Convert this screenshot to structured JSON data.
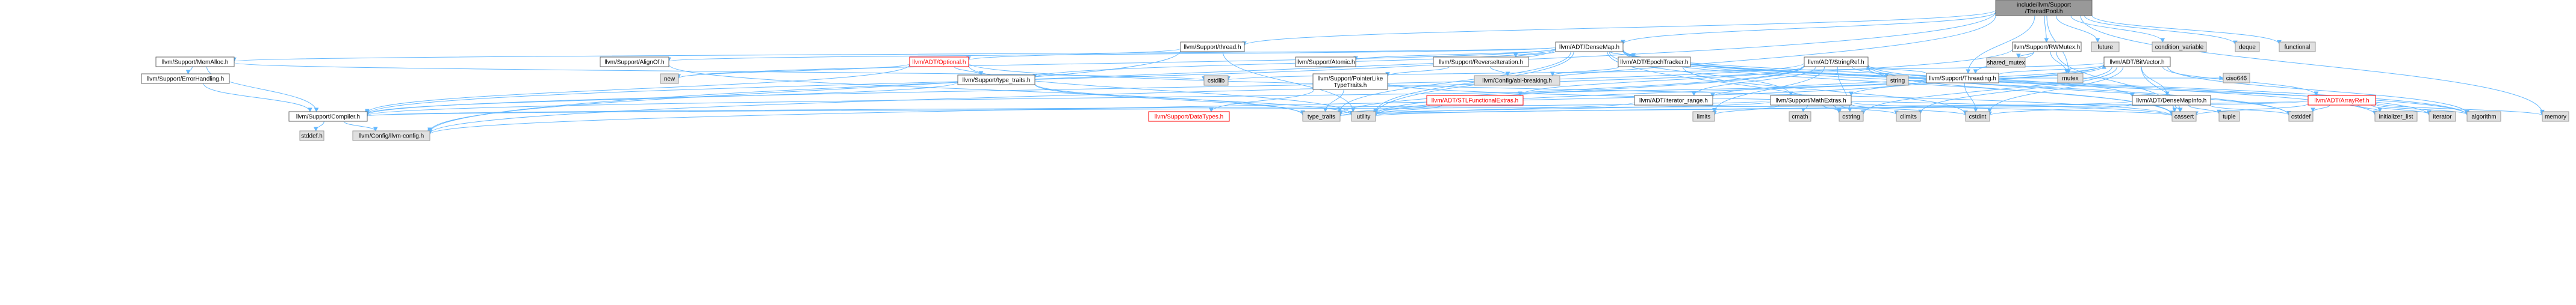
{
  "graph": {
    "colors": {
      "edge": "#63B8FF",
      "root_fill": "#999999",
      "root_border": "#666666",
      "node_fill": "#ffffff",
      "node_border": "#666666",
      "ext_fill": "#e0e0e0",
      "ext_border": "#999999",
      "red_border": "#ff0000",
      "red_text": "#ff0000"
    },
    "nodes": [
      {
        "id": "n_root",
        "lines": [
          "include/llvm/Support",
          "/ThreadPool.h"
        ],
        "style": "root"
      },
      {
        "id": "n_thread",
        "lines": [
          "llvm/Support/thread.h"
        ],
        "style": "normal"
      },
      {
        "id": "n_densemap",
        "lines": [
          "llvm/ADT/DenseMap.h"
        ],
        "style": "normal"
      },
      {
        "id": "n_rwmutex",
        "lines": [
          "llvm/Support/RWMutex.h"
        ],
        "style": "normal"
      },
      {
        "id": "n_threading",
        "lines": [
          "llvm/Support/Threading.h"
        ],
        "style": "normal"
      },
      {
        "id": "n_future",
        "lines": [
          "future"
        ],
        "style": "ext"
      },
      {
        "id": "n_condvar",
        "lines": [
          "condition_variable"
        ],
        "style": "ext"
      },
      {
        "id": "n_deque",
        "lines": [
          "deque"
        ],
        "style": "ext"
      },
      {
        "id": "n_functional",
        "lines": [
          "functional"
        ],
        "style": "ext"
      },
      {
        "id": "n_sharedmutex",
        "lines": [
          "shared_mutex"
        ],
        "style": "ext"
      },
      {
        "id": "n_mutex",
        "lines": [
          "mutex"
        ],
        "style": "ext"
      },
      {
        "id": "n_memalloc",
        "lines": [
          "llvm/Support/MemAlloc.h"
        ],
        "style": "normal"
      },
      {
        "id": "n_alignof",
        "lines": [
          "llvm/Support/AlignOf.h"
        ],
        "style": "normal"
      },
      {
        "id": "n_optional",
        "lines": [
          "llvm/ADT/Optional.h"
        ],
        "style": "red"
      },
      {
        "id": "n_atomic",
        "lines": [
          "llvm/Support/Atomic.h"
        ],
        "style": "normal"
      },
      {
        "id": "n_reviter",
        "lines": [
          "llvm/Support/ReverseIteration.h"
        ],
        "style": "normal"
      },
      {
        "id": "n_epoch",
        "lines": [
          "llvm/ADT/EpochTracker.h"
        ],
        "style": "normal"
      },
      {
        "id": "n_stringref",
        "lines": [
          "llvm/ADT/StringRef.h"
        ],
        "style": "normal"
      },
      {
        "id": "n_bitvector",
        "lines": [
          "llvm/ADT/BitVector.h"
        ],
        "style": "normal"
      },
      {
        "id": "n_ciso646",
        "lines": [
          "ciso646"
        ],
        "style": "ext"
      },
      {
        "id": "n_errorhandling",
        "lines": [
          "llvm/Support/ErrorHandling.h"
        ],
        "style": "normal"
      },
      {
        "id": "n_new",
        "lines": [
          "new"
        ],
        "style": "ext"
      },
      {
        "id": "n_typetraitsh",
        "lines": [
          "llvm/Support/type_traits.h"
        ],
        "style": "normal"
      },
      {
        "id": "n_cstdlib",
        "lines": [
          "cstdlib"
        ],
        "style": "ext"
      },
      {
        "id": "n_ptrlike",
        "lines": [
          "llvm/Support/PointerLike",
          "TypeTraits.h"
        ],
        "style": "normal"
      },
      {
        "id": "n_abibreaking",
        "lines": [
          "llvm/Config/abi-breaking.h"
        ],
        "style": "ext"
      },
      {
        "id": "n_stlfunc",
        "lines": [
          "llvm/ADT/STLFunctionalExtras.h"
        ],
        "style": "red"
      },
      {
        "id": "n_iterrange",
        "lines": [
          "llvm/ADT/iterator_range.h"
        ],
        "style": "normal"
      },
      {
        "id": "n_string",
        "lines": [
          "string"
        ],
        "style": "ext"
      },
      {
        "id": "n_mathextras",
        "lines": [
          "llvm/Support/MathExtras.h"
        ],
        "style": "normal"
      },
      {
        "id": "n_densemapinfo",
        "lines": [
          "llvm/ADT/DenseMapInfo.h"
        ],
        "style": "normal"
      },
      {
        "id": "n_arrayref",
        "lines": [
          "llvm/ADT/ArrayRef.h"
        ],
        "style": "red"
      },
      {
        "id": "n_compiler",
        "lines": [
          "llvm/Support/Compiler.h"
        ],
        "style": "normal"
      },
      {
        "id": "n_datatypes",
        "lines": [
          "llvm/Support/DataTypes.h"
        ],
        "style": "red"
      },
      {
        "id": "n_typetraits",
        "lines": [
          "type_traits"
        ],
        "style": "ext"
      },
      {
        "id": "n_utility",
        "lines": [
          "utility"
        ],
        "style": "ext"
      },
      {
        "id": "n_limits",
        "lines": [
          "limits"
        ],
        "style": "ext"
      },
      {
        "id": "n_cmath",
        "lines": [
          "cmath"
        ],
        "style": "ext"
      },
      {
        "id": "n_cstring",
        "lines": [
          "cstring"
        ],
        "style": "ext"
      },
      {
        "id": "n_climits",
        "lines": [
          "climits"
        ],
        "style": "ext"
      },
      {
        "id": "n_cstdint",
        "lines": [
          "cstdint"
        ],
        "style": "ext"
      },
      {
        "id": "n_cassert",
        "lines": [
          "cassert"
        ],
        "style": "ext"
      },
      {
        "id": "n_tuple",
        "lines": [
          "tuple"
        ],
        "style": "ext"
      },
      {
        "id": "n_cstddef",
        "lines": [
          "cstddef"
        ],
        "style": "ext"
      },
      {
        "id": "n_initlist",
        "lines": [
          "initializer_list"
        ],
        "style": "ext"
      },
      {
        "id": "n_iterator",
        "lines": [
          "iterator"
        ],
        "style": "ext"
      },
      {
        "id": "n_algorithm",
        "lines": [
          "algorithm"
        ],
        "style": "ext"
      },
      {
        "id": "n_memory",
        "lines": [
          "memory"
        ],
        "style": "ext"
      },
      {
        "id": "n_stddef",
        "lines": [
          "stddef.h"
        ],
        "style": "ext"
      },
      {
        "id": "n_llvmconfig",
        "lines": [
          "llvm/Config/llvm-config.h"
        ],
        "style": "ext"
      }
    ],
    "edges": [
      [
        "n_root",
        "n_thread"
      ],
      [
        "n_root",
        "n_densemap"
      ],
      [
        "n_root",
        "n_rwmutex"
      ],
      [
        "n_root",
        "n_threading"
      ],
      [
        "n_root",
        "n_future"
      ],
      [
        "n_root",
        "n_condvar"
      ],
      [
        "n_root",
        "n_deque"
      ],
      [
        "n_root",
        "n_functional"
      ],
      [
        "n_root",
        "n_mutex"
      ],
      [
        "n_root",
        "n_memory"
      ],
      [
        "n_root",
        "n_utility"
      ],
      [
        "n_root",
        "n_llvmconfig"
      ],
      [
        "n_thread",
        "n_optional"
      ],
      [
        "n_thread",
        "n_llvmconfig"
      ],
      [
        "n_thread",
        "n_utility"
      ],
      [
        "n_rwmutex",
        "n_sharedmutex"
      ],
      [
        "n_rwmutex",
        "n_mutex"
      ],
      [
        "n_rwmutex",
        "n_threading"
      ],
      [
        "n_rwmutex",
        "n_cassert"
      ],
      [
        "n_rwmutex",
        "n_llvmconfig"
      ],
      [
        "n_threading",
        "n_stringref"
      ],
      [
        "n_threading",
        "n_bitvector"
      ],
      [
        "n_threading",
        "n_ciso646"
      ],
      [
        "n_threading",
        "n_cstdint"
      ],
      [
        "n_threading",
        "n_compiler"
      ],
      [
        "n_threading",
        "n_llvmconfig"
      ],
      [
        "n_densemap",
        "n_memalloc"
      ],
      [
        "n_densemap",
        "n_alignof"
      ],
      [
        "n_densemap",
        "n_atomic"
      ],
      [
        "n_densemap",
        "n_reviter"
      ],
      [
        "n_densemap",
        "n_epoch"
      ],
      [
        "n_densemap",
        "n_mathextras"
      ],
      [
        "n_densemap",
        "n_densemapinfo"
      ],
      [
        "n_densemap",
        "n_compiler"
      ],
      [
        "n_densemap",
        "n_typetraitsh"
      ],
      [
        "n_densemap",
        "n_algorithm"
      ],
      [
        "n_densemap",
        "n_cassert"
      ],
      [
        "n_densemap",
        "n_cstddef"
      ],
      [
        "n_densemap",
        "n_cstring"
      ],
      [
        "n_densemap",
        "n_initlist"
      ],
      [
        "n_densemap",
        "n_iterator"
      ],
      [
        "n_densemap",
        "n_new"
      ],
      [
        "n_densemap",
        "n_typetraits"
      ],
      [
        "n_densemap",
        "n_utility"
      ],
      [
        "n_memalloc",
        "n_compiler"
      ],
      [
        "n_memalloc",
        "n_errorhandling"
      ],
      [
        "n_memalloc",
        "n_cstdlib"
      ],
      [
        "n_errorhandling",
        "n_compiler"
      ],
      [
        "n_optional",
        "n_typetraitsh"
      ],
      [
        "n_optional",
        "n_compiler"
      ],
      [
        "n_optional",
        "n_new"
      ],
      [
        "n_optional",
        "n_cassert"
      ],
      [
        "n_optional",
        "n_utility"
      ],
      [
        "n_alignof",
        "n_typetraits"
      ],
      [
        "n_reviter",
        "n_ptrlike"
      ],
      [
        "n_reviter",
        "n_abibreaking"
      ],
      [
        "n_epoch",
        "n_abibreaking"
      ],
      [
        "n_epoch",
        "n_cstdint"
      ],
      [
        "n_typetraitsh",
        "n_compiler"
      ],
      [
        "n_typetraitsh",
        "n_typetraits"
      ],
      [
        "n_typetraitsh",
        "n_utility"
      ],
      [
        "n_ptrlike",
        "n_datatypes"
      ],
      [
        "n_ptrlike",
        "n_cassert"
      ],
      [
        "n_ptrlike",
        "n_typetraits"
      ],
      [
        "n_stringref",
        "n_stlfunc"
      ],
      [
        "n_stringref",
        "n_iterrange"
      ],
      [
        "n_stringref",
        "n_compiler"
      ],
      [
        "n_stringref",
        "n_algorithm"
      ],
      [
        "n_stringref",
        "n_cassert"
      ],
      [
        "n_stringref",
        "n_cstddef"
      ],
      [
        "n_stringref",
        "n_cstring"
      ],
      [
        "n_stringref",
        "n_limits"
      ],
      [
        "n_stringref",
        "n_string"
      ],
      [
        "n_stringref",
        "n_typetraits"
      ],
      [
        "n_stringref",
        "n_utility"
      ],
      [
        "n_bitvector",
        "n_arrayref"
      ],
      [
        "n_bitvector",
        "n_densemapinfo"
      ],
      [
        "n_bitvector",
        "n_iterrange"
      ],
      [
        "n_bitvector",
        "n_mathextras"
      ],
      [
        "n_bitvector",
        "n_algorithm"
      ],
      [
        "n_bitvector",
        "n_cassert"
      ],
      [
        "n_bitvector",
        "n_climits"
      ],
      [
        "n_bitvector",
        "n_cstdint"
      ],
      [
        "n_bitvector",
        "n_cstdlib"
      ],
      [
        "n_bitvector",
        "n_cstring"
      ],
      [
        "n_bitvector",
        "n_utility"
      ],
      [
        "n_stlfunc",
        "n_typetraits"
      ],
      [
        "n_stlfunc",
        "n_utility"
      ],
      [
        "n_iterrange",
        "n_utility"
      ],
      [
        "n_mathextras",
        "n_compiler"
      ],
      [
        "n_mathextras",
        "n_cassert"
      ],
      [
        "n_mathextras",
        "n_climits"
      ],
      [
        "n_mathextras",
        "n_cmath"
      ],
      [
        "n_mathextras",
        "n_cstdint"
      ],
      [
        "n_mathextras",
        "n_cstring"
      ],
      [
        "n_mathextras",
        "n_limits"
      ],
      [
        "n_mathextras",
        "n_typetraits"
      ],
      [
        "n_densemapinfo",
        "n_cassert"
      ],
      [
        "n_densemapinfo",
        "n_cstddef"
      ],
      [
        "n_densemapinfo",
        "n_cstdint"
      ],
      [
        "n_densemapinfo",
        "n_tuple"
      ],
      [
        "n_densemapinfo",
        "n_utility"
      ],
      [
        "n_arrayref",
        "n_compiler"
      ],
      [
        "n_arrayref",
        "n_algorithm"
      ],
      [
        "n_arrayref",
        "n_cassert"
      ],
      [
        "n_arrayref",
        "n_cstddef"
      ],
      [
        "n_arrayref",
        "n_initlist"
      ],
      [
        "n_arrayref",
        "n_iterator"
      ],
      [
        "n_arrayref",
        "n_memory"
      ],
      [
        "n_arrayref",
        "n_typetraits"
      ],
      [
        "n_compiler",
        "n_llvmconfig"
      ],
      [
        "n_compiler",
        "n_stddef"
      ]
    ]
  }
}
